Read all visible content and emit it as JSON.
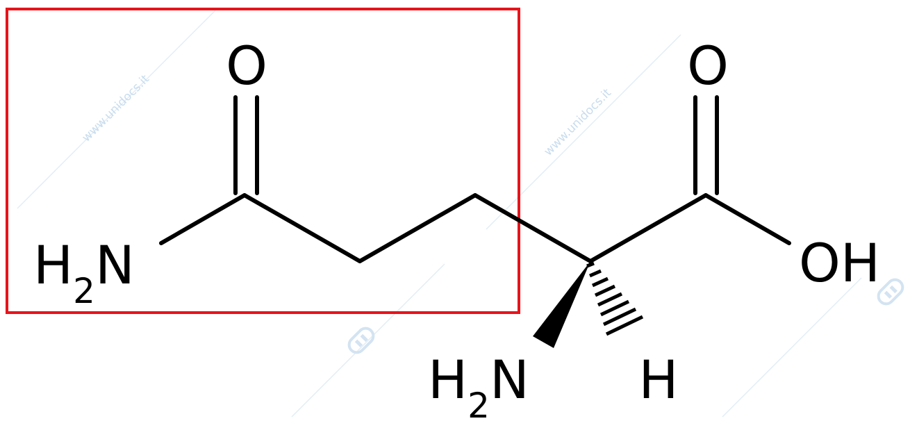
{
  "atoms": {
    "o_amide": "O",
    "amide_n": {
      "main": "H",
      "sub": "2",
      "tail": "N"
    },
    "o_acid": "O",
    "hydroxyl": "OH",
    "alpha_n": {
      "main": "H",
      "sub": "2",
      "tail": "N"
    },
    "alpha_h": "H"
  },
  "watermark": {
    "text": "www.unidocs.it"
  },
  "colors": {
    "highlight_box": "#e8131b",
    "bond": "#000000",
    "watermark": "#c8dcee"
  }
}
